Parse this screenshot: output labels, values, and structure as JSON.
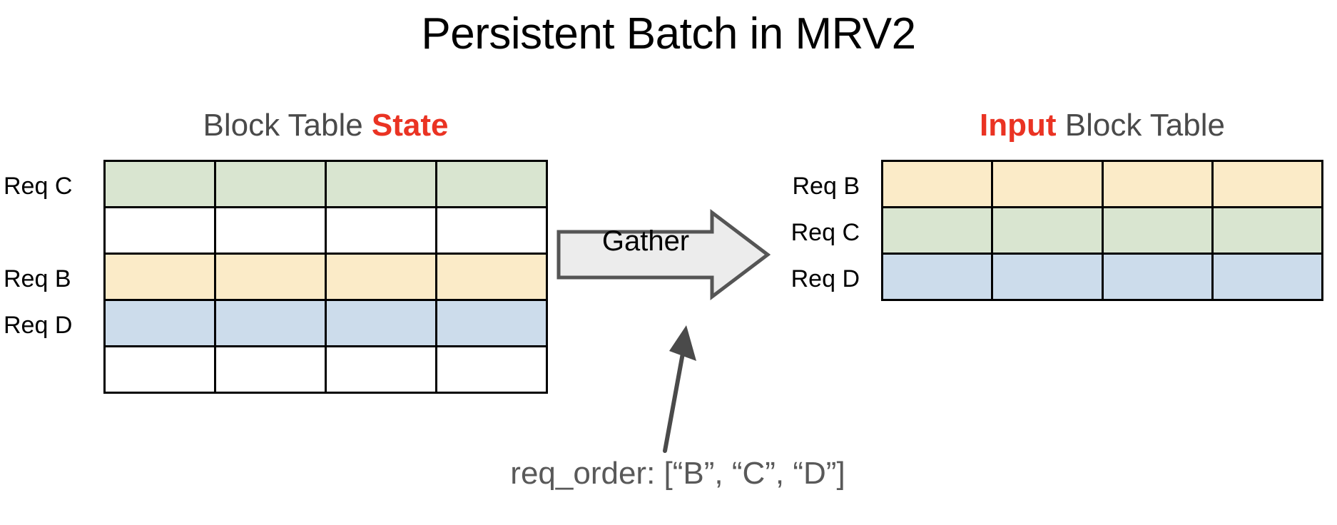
{
  "title": "Persistent Batch in MRV2",
  "colors": {
    "accent_red": "#EA3323",
    "heading_gray": "#4a4a4a",
    "caption_gray": "#595959",
    "green": "#D9E5D0",
    "yellow": "#FBEBC8",
    "blue": "#CCDCEB",
    "empty": "#FFFFFF",
    "grid_line": "#000000",
    "arrow_fill": "#ECECEC",
    "arrow_stroke": "#555555",
    "pointer": "#4a4a4a"
  },
  "left_panel": {
    "heading_prefix": "Block Table ",
    "heading_accent": "State",
    "columns": 4,
    "rows": [
      {
        "label": "Req C",
        "fill": "green"
      },
      {
        "label": "",
        "fill": "empty"
      },
      {
        "label": "Req B",
        "fill": "yellow"
      },
      {
        "label": "Req D",
        "fill": "blue"
      },
      {
        "label": "",
        "fill": "empty"
      }
    ]
  },
  "right_panel": {
    "heading_accent": "Input",
    "heading_suffix": " Block Table",
    "columns": 4,
    "rows": [
      {
        "label": "Req B",
        "fill": "yellow"
      },
      {
        "label": "Req C",
        "fill": "green"
      },
      {
        "label": "Req D",
        "fill": "blue"
      }
    ]
  },
  "operation": {
    "label": "Gather"
  },
  "caption": {
    "text": "req_order: [“B”, “C”, “D”]"
  }
}
